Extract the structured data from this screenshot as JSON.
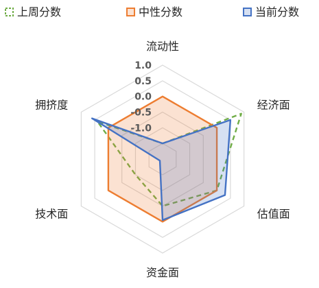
{
  "chart_data": {
    "type": "radar",
    "title": "",
    "categories": [
      "流动性",
      "经济面",
      "估值面",
      "资金面",
      "技术面",
      "拥挤度"
    ],
    "rlim": [
      -2.0,
      1.0
    ],
    "ticks": [
      1.0,
      0.5,
      0.0,
      -0.5,
      -1.0
    ],
    "tick_labels": [
      "1.0",
      "0.5",
      "0.0",
      "-0.5",
      "-1.0"
    ],
    "grid": true,
    "legend_position": "top",
    "series": [
      {
        "name": "上周分数",
        "values": [
          -1.5,
          0.9,
          0.0,
          -0.5,
          -1.0,
          0.4
        ],
        "color": "#70ad47",
        "style": "dashed",
        "fill": false
      },
      {
        "name": "中性分数",
        "values": [
          0.0,
          0.0,
          0.0,
          0.0,
          0.0,
          0.0
        ],
        "color": "#ed7d31",
        "style": "solid",
        "fill": true
      },
      {
        "name": "当前分数",
        "values": [
          -1.5,
          0.5,
          0.3,
          -0.05,
          -1.9,
          0.6
        ],
        "color": "#4472c4",
        "style": "solid",
        "fill": true
      }
    ]
  }
}
